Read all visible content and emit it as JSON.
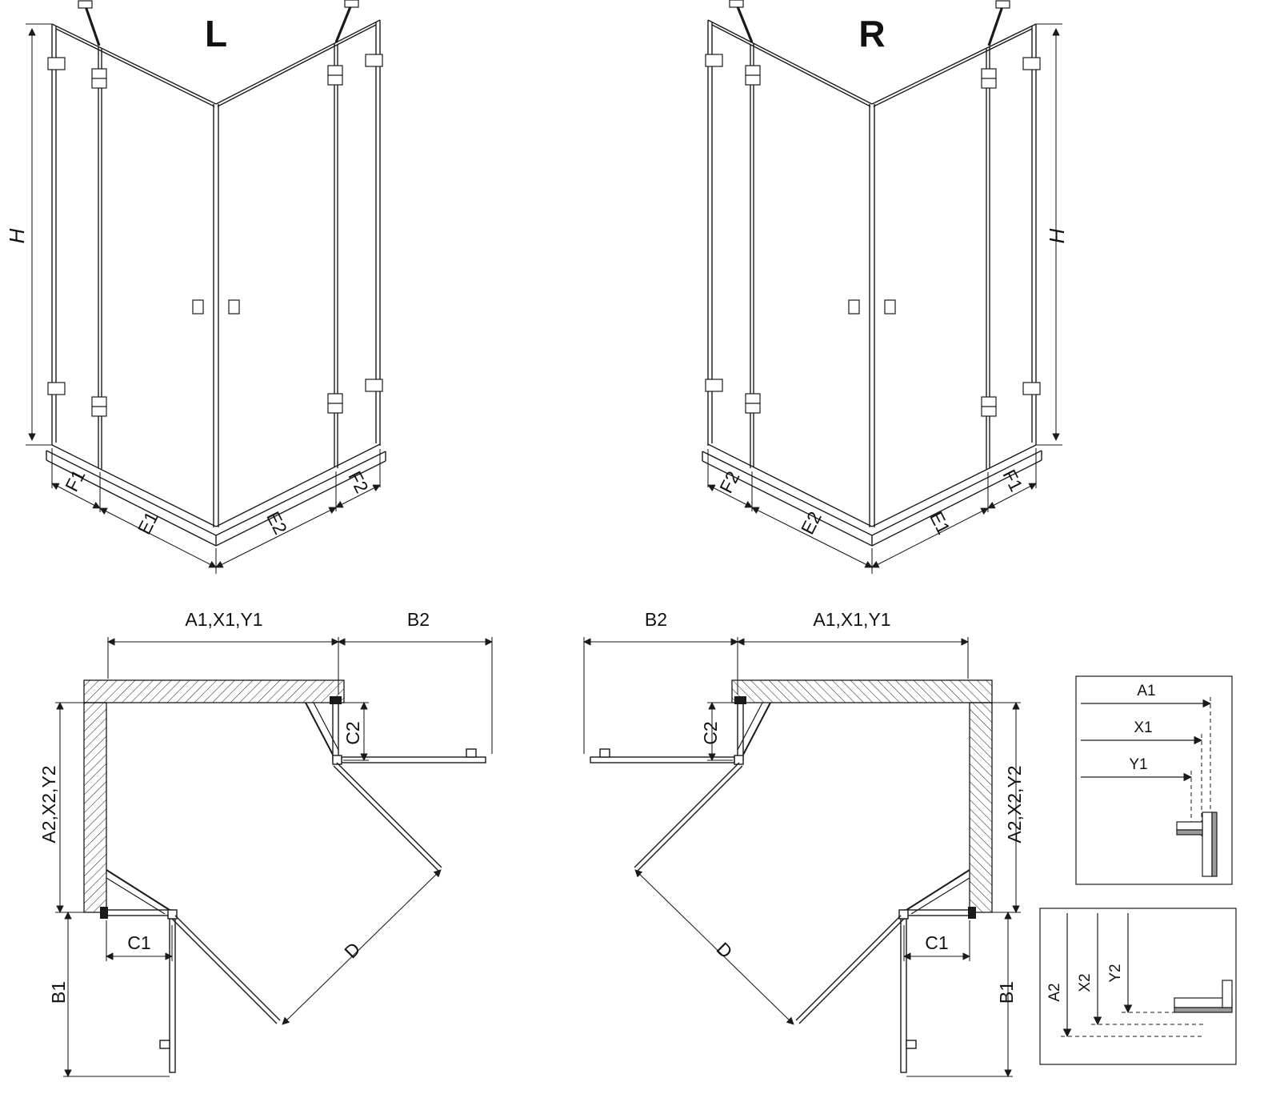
{
  "drawing": {
    "perspective_left": {
      "title": "L",
      "h": "H",
      "f1": "F1",
      "e1": "E1",
      "e2": "E2",
      "f2": "F2"
    },
    "perspective_right": {
      "title": "R",
      "h": "H",
      "f1": "F1",
      "e1": "E1",
      "e2": "E2",
      "f2": "F2"
    },
    "plan_left": {
      "width_top": "A1,X1,Y1",
      "width_open": "B2",
      "depth_side": "A2,X2,Y2",
      "fixed_bottom": "C1",
      "fixed_right": "C2",
      "open_bottom": "B1",
      "diagonal": "D"
    },
    "plan_right": {
      "width_top": "A1,X1,Y1",
      "width_open": "B2",
      "depth_side": "A2,X2,Y2",
      "fixed_bottom": "C1",
      "fixed_right": "C2",
      "open_bottom": "B1",
      "diagonal": "D"
    },
    "detail_widths": {
      "a1": "A1",
      "x1": "X1",
      "y1": "Y1"
    },
    "detail_depths": {
      "a2": "A2",
      "x2": "X2",
      "y2": "Y2"
    }
  }
}
